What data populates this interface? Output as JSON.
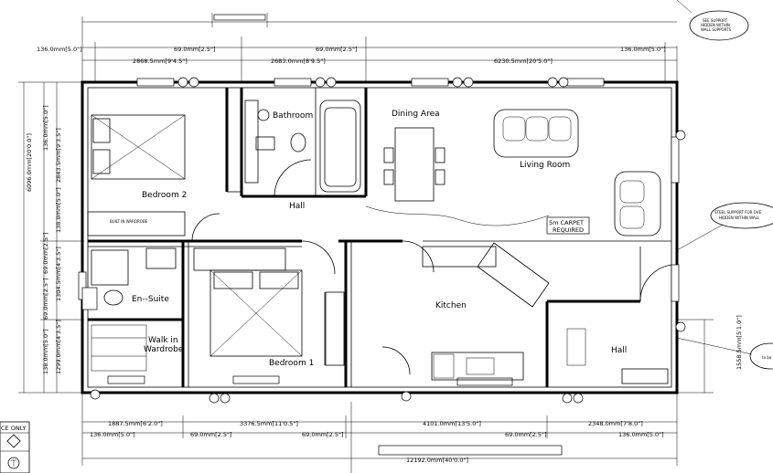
{
  "dimensions": {
    "top_left_offset": "136.0mm[5.0\"]",
    "top_left_wall": "69.0mm[2.5\"]",
    "top_mid_wall": "69.0mm[2.5\"]",
    "top_right_offset": "136.0mm[5.0\"]",
    "top_seg_1": "2868.5mm[9'4.5\"]",
    "top_seg_2": "2683.0mm[8'9.5\"]",
    "top_seg_3": "6230.5mm[20'5.0\"]",
    "bottom_seg_1": "1887.5mm[6'2.0\"]",
    "bottom_seg_2": "3376.5mm[11'0.5\"]",
    "bottom_seg_3": "4101.0mm[13'5.0\"]",
    "bottom_seg_4": "2348.0mm[7'8.0\"]",
    "bottom_left_offset": "136.0mm[5.0\"]",
    "bottom_wall_1": "69.0mm[2.5\"]",
    "bottom_wall_2": "69.0mm[2.5\"]",
    "bottom_wall_3": "69.0mm[2.5\"]",
    "bottom_right_offset": "136.0mm[5.0\"]",
    "overall_length": "12192.0mm[40'0.0\"]",
    "left_136_top": "136.0mm[5.0\"]",
    "left_138": "138.0mm[5.0\"]",
    "left_2843": "2843.5mm[9'3.5\"]",
    "left_6096": "6096.0mm[20'0.0\"]",
    "left_69_a": "69.0mm[2.5\"]",
    "left_1304": "1304.5mm[4'3.5\"]",
    "left_69_b": "69.0mm[2.5\"]",
    "left_138_b": "138.0mm[5.0\"]",
    "left_1299": "1299.0mm[4'3.5\"]",
    "right_1558": "1558.5mm[5'1.0\"]"
  },
  "rooms": {
    "bathroom": "Bathroom",
    "dining": "Dining Area",
    "living": "Living Room",
    "bedroom2": "Bedroom 2",
    "hall": "Hall",
    "ensuite": "En--Suite",
    "walkin_1": "Walk in",
    "walkin_2": "Wardrobe",
    "bedroom1": "Bedroom 1",
    "kitchen": "Kitchen",
    "hall2": "Hall"
  },
  "notes": {
    "carpet_1": "5m CARPET",
    "carpet_2": "REQUIRED",
    "steel_support": "STEEL SUPPORT FOR OVE",
    "steel_support_2": "HIDDEN WITHIN WALL",
    "support_top_1": "SEE SUPPORT",
    "support_top_2": "HIDDEN WITHIN",
    "support_top_3": "WALL SUPPORTS",
    "to_be": "to be",
    "built_in_wardrobe": "BUILT IN WARDROBE",
    "legend_header": "CE ONLY"
  },
  "legend": {
    "symbol_1": "diamond-symbol",
    "symbol_2": "T-symbol"
  }
}
